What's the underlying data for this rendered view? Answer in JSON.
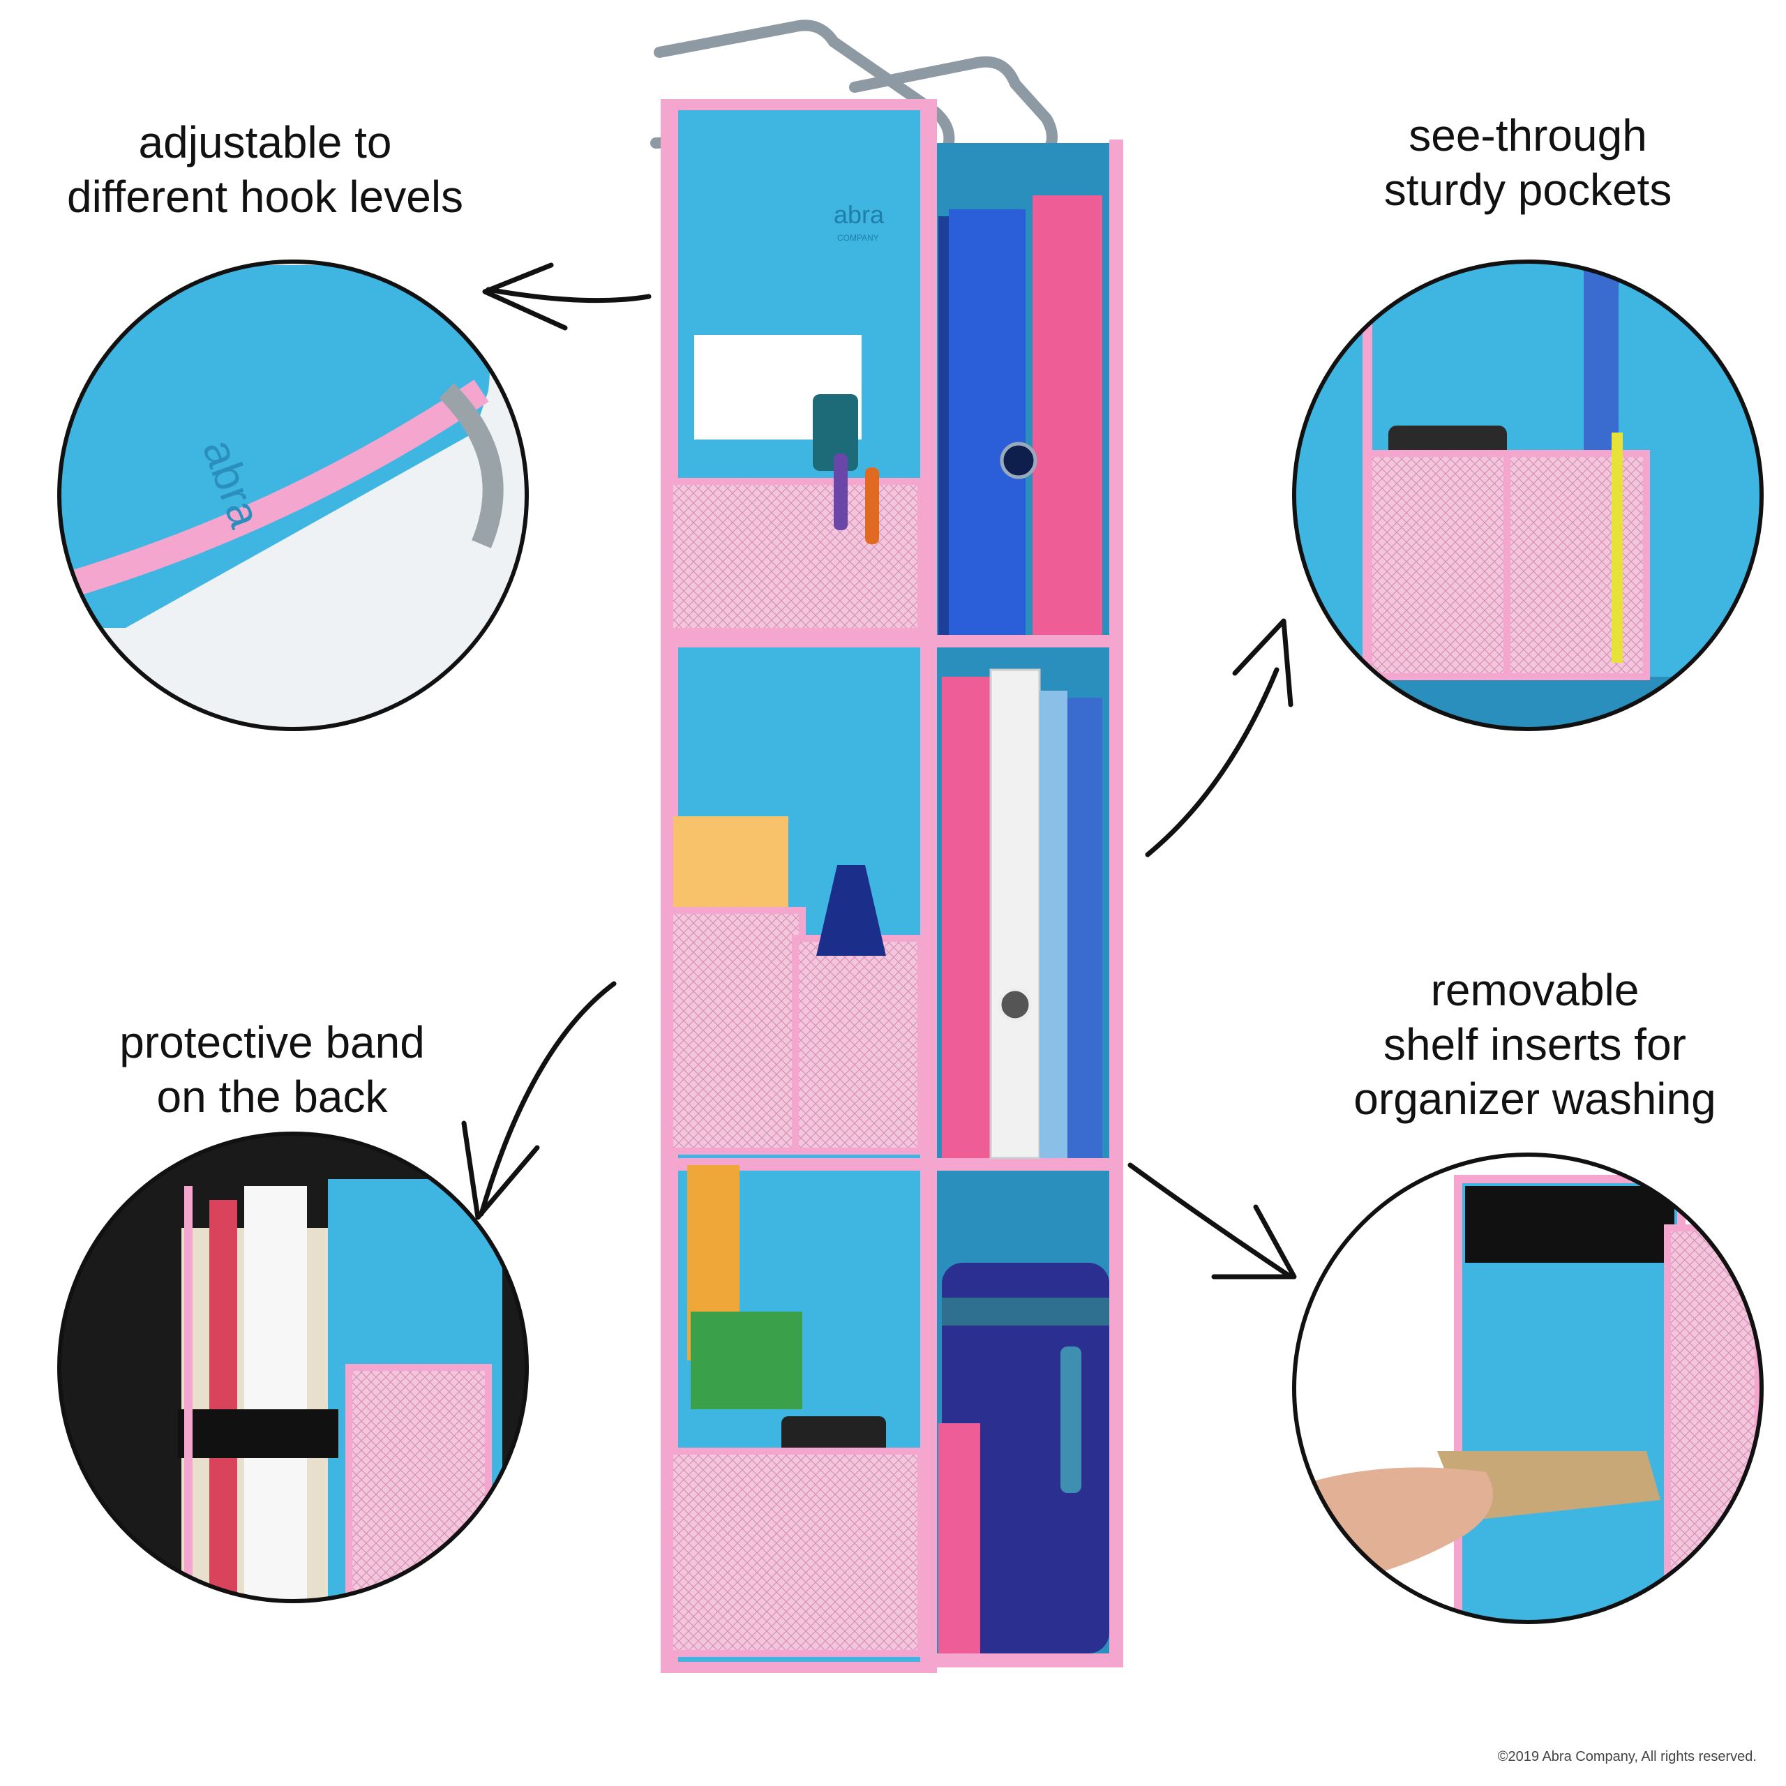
{
  "brand": {
    "logo": "abra",
    "logo_sub": "COMPANY"
  },
  "callouts": {
    "top_left": [
      "adjustable to",
      "different hook levels"
    ],
    "top_right": [
      "see-through",
      "sturdy pockets"
    ],
    "bottom_left": [
      "protective band",
      "on the back"
    ],
    "bottom_right": [
      "removable",
      "shelf inserts for",
      "organizer washing"
    ]
  },
  "copyright": "©2019 Abra Company, All rights reserved.",
  "colors": {
    "blue": "#3fb6e2",
    "pink": "#f4a6cf",
    "magenta": "#ee5d96",
    "mesh": "#f2c6dc"
  }
}
